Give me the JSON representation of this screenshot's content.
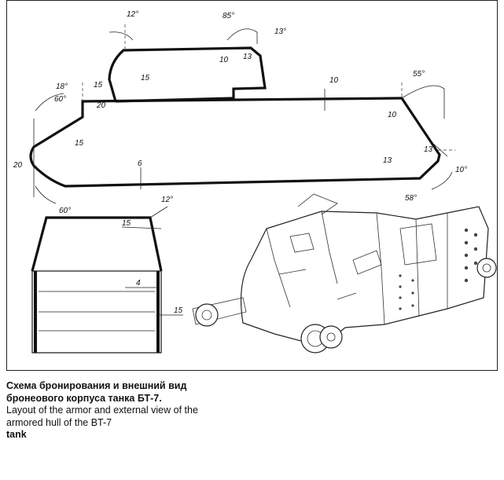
{
  "labels": {
    "a12_top": "12°",
    "a85": "85°",
    "a13_turret": "13°",
    "t10_turret": "10",
    "t13_turret": "13",
    "t15_hatch_left": "15",
    "t15_hatch_right": "15",
    "t10_deck": "10",
    "a55": "55°",
    "t10_rear": "10",
    "a18": "18°",
    "a60_upper": "60°",
    "t20_upper": "20",
    "t15_glacis": "15",
    "t20_nose": "20",
    "t6_bottom": "6",
    "t13_rear_lower": "13",
    "t13_rear_right": "13",
    "a10_rear": "10°",
    "a58": "58°",
    "a60_lower": "60°",
    "a12_section": "12°",
    "t15_section_top": "15",
    "t4_section": "4",
    "t15_section_side": "15"
  },
  "caption": {
    "ru": "Схема бронирования и внешний вид бронеового корпуса танка БТ-7.",
    "en_line": "Layout of the armor and external view of the armored hull of the BT-7",
    "en_last": "tank"
  }
}
